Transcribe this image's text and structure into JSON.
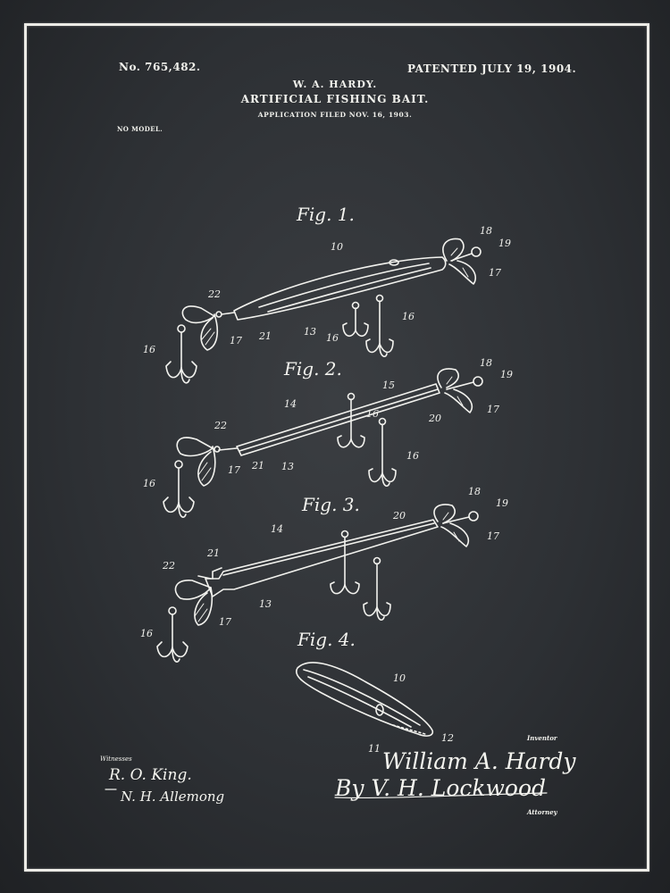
{
  "header": {
    "patent_number": "No. 765,482.",
    "patent_date": "PATENTED JULY 19, 1904.",
    "inventor_name": "W. A. HARDY.",
    "title": "ARTIFICIAL FISHING BAIT.",
    "application_filed": "APPLICATION FILED NOV. 16, 1903.",
    "no_model": "NO MODEL."
  },
  "figures": [
    {
      "label": "Fig. 1.",
      "callouts": [
        "10",
        "18",
        "19",
        "17",
        "22",
        "16",
        "17",
        "21",
        "13",
        "16",
        "16"
      ]
    },
    {
      "label": "Fig. 2.",
      "callouts": [
        "18",
        "19",
        "15",
        "14",
        "16",
        "20",
        "17",
        "22",
        "17",
        "21",
        "13",
        "16",
        "16"
      ]
    },
    {
      "label": "Fig. 3.",
      "callouts": [
        "18",
        "19",
        "20",
        "14",
        "17",
        "21",
        "22",
        "13",
        "17",
        "16"
      ]
    },
    {
      "label": "Fig. 4.",
      "callouts": [
        "10",
        "11",
        "12"
      ]
    }
  ],
  "signatures": {
    "witnesses_label": "Witnesses",
    "witness_1": "R. O. King.",
    "witness_2": "N. H. Allemong",
    "inventor_label": "Inventor",
    "inventor_signature": "William A. Hardy",
    "attorney_signature": "By V. H. Lockwood",
    "attorney_label": "Attorney"
  },
  "colors": {
    "board": "#2d3034",
    "ink": "#f2f2ee"
  }
}
